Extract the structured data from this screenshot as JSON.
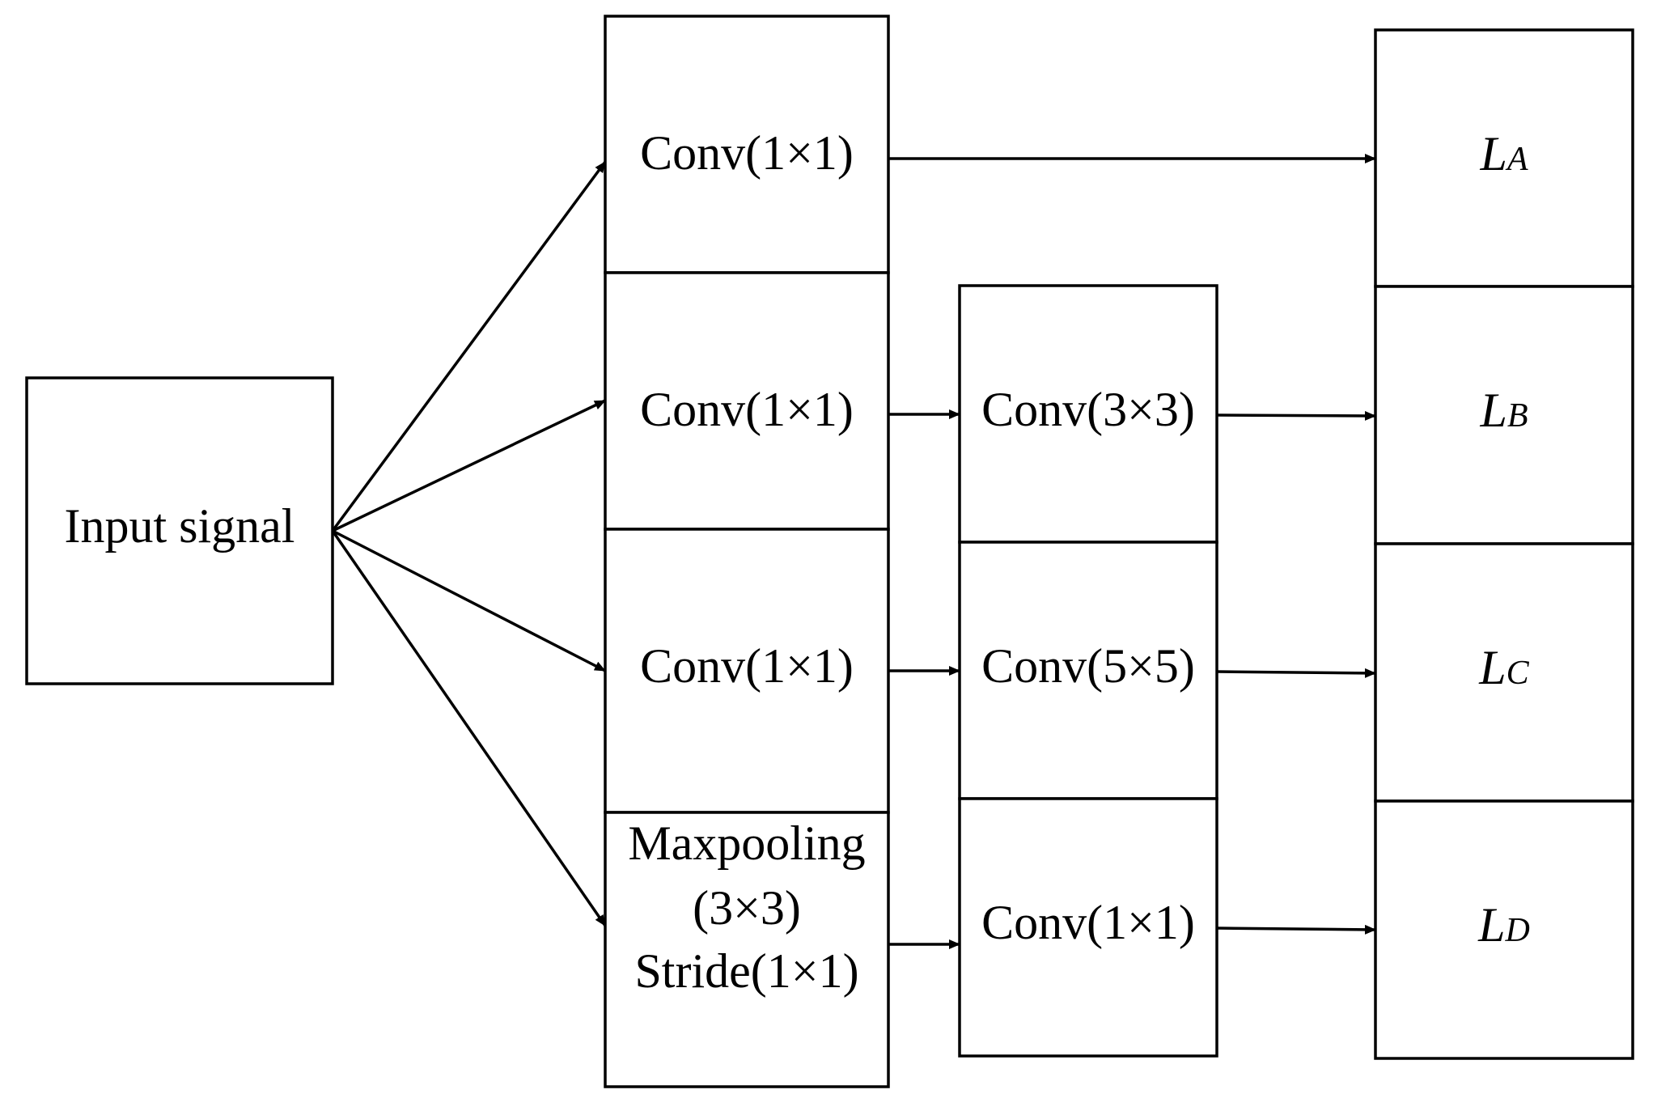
{
  "input": {
    "label": "Input signal"
  },
  "column1": {
    "branch_a": "Conv(1×1)",
    "branch_b": "Conv(1×1)",
    "branch_c": "Conv(1×1)",
    "branch_d_line1": "Maxpooling",
    "branch_d_line2": "(3×3)",
    "branch_d_line3": "Stride(1×1)"
  },
  "column2": {
    "branch_b": "Conv(3×3)",
    "branch_c": "Conv(5×5)",
    "branch_d": "Conv(1×1)"
  },
  "outputs": {
    "a_main": "L",
    "a_sub": "A",
    "b_main": "L",
    "b_sub": "B",
    "c_main": "L",
    "c_sub": "C",
    "d_main": "L",
    "d_sub": "D"
  }
}
